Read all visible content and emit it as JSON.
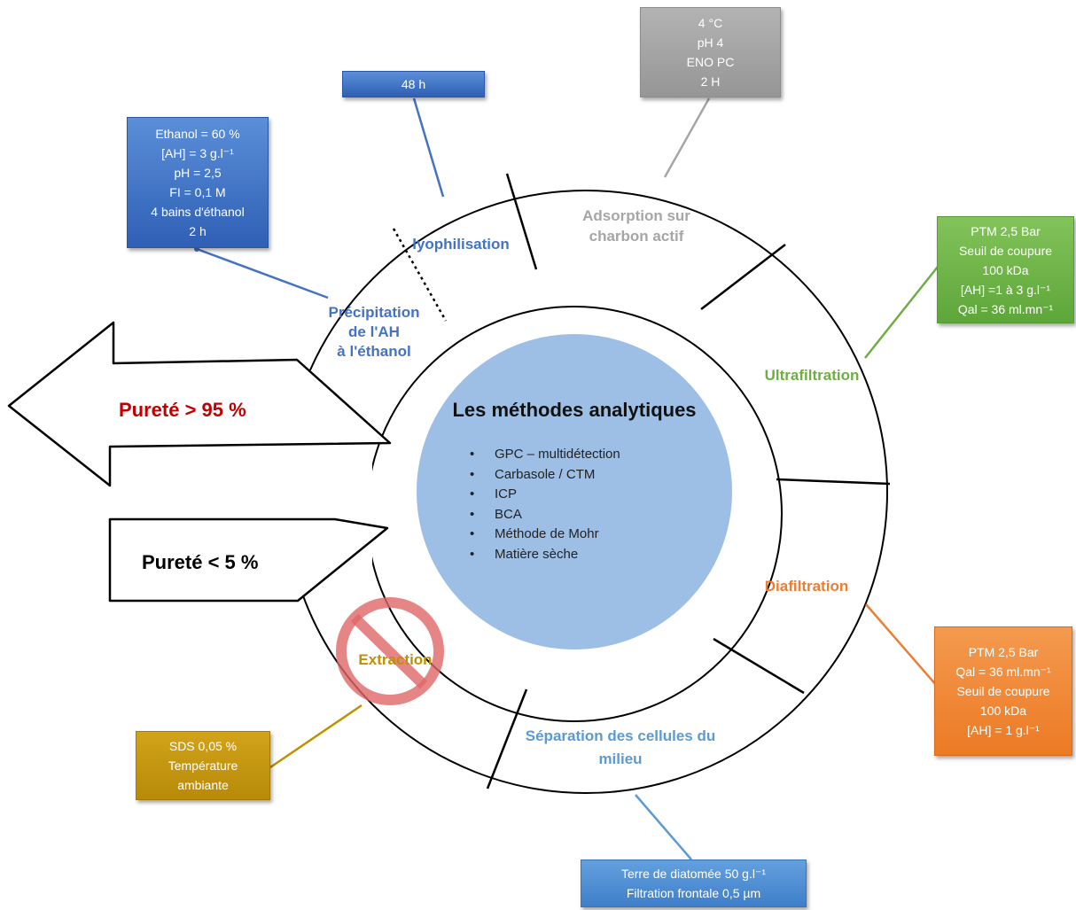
{
  "center": {
    "title": "Les méthodes analytiques",
    "bullet": "•",
    "methods": [
      "GPC – multidétection",
      "Carbasole  / CTM",
      "ICP",
      "BCA",
      "Méthode de Mohr",
      "Matière sèche"
    ],
    "fill_color": "#9dbfe6"
  },
  "arrows": {
    "high": {
      "label": "Pureté > 95 %",
      "color": "#c00000"
    },
    "low": {
      "label": "Pureté < 5 %",
      "color": "#000000"
    }
  },
  "segments": [
    {
      "id": "precipitation",
      "lines": [
        "Précipitation",
        "de l'AH",
        "à l'éthanol"
      ],
      "color": "#4472c4"
    },
    {
      "id": "lyophilisation",
      "lines": [
        "lyophilisation"
      ],
      "color": "#4472c4"
    },
    {
      "id": "adsorption",
      "lines": [
        "Adsorption sur",
        "charbon actif"
      ],
      "color": "#a6a6a6"
    },
    {
      "id": "ultrafiltration",
      "lines": [
        "Ultrafiltration"
      ],
      "color": "#70ad47"
    },
    {
      "id": "diafiltration",
      "lines": [
        "Diafiltration"
      ],
      "color": "#ed7d31"
    },
    {
      "id": "separation",
      "lines": [
        "Séparation des cellules du",
        "milieu"
      ],
      "color": "#5b9bd5"
    },
    {
      "id": "extraction",
      "lines": [
        "Extraction"
      ],
      "color": "#bf9000"
    }
  ],
  "boxes": {
    "ethanol": {
      "lines": [
        "Ethanol = 60 %",
        "[AH] = 3 g.l⁻¹",
        "pH = 2,5",
        "FI = 0,1 M",
        "4 bains d'éthanol",
        "2 h"
      ],
      "color": "#3e6fc3"
    },
    "lyophilisation": {
      "lines": [
        "48 h"
      ],
      "color": "#4472c4"
    },
    "adsorption": {
      "lines": [
        "4 °C",
        "pH 4",
        "ENO PC",
        "2 H"
      ],
      "color": "#a6a6a6"
    },
    "ultrafiltration": {
      "lines": [
        "PTM 2,5 Bar",
        "Seuil de coupure",
        "100 kDa",
        "[AH] =1 à 3 g.l⁻¹",
        "Qal = 36 ml.mn⁻¹"
      ],
      "color": "#70ad47"
    },
    "diafiltration": {
      "lines": [
        "PTM 2,5 Bar",
        "Qal = 36 ml.mn⁻¹",
        "Seuil de coupure",
        "100 kDa",
        "[AH] = 1 g.l⁻¹"
      ],
      "color": "#ed7d31"
    },
    "separation": {
      "lines": [
        "Terre de diatomée 50 g.l⁻¹",
        "Filtration frontale 0,5 µm"
      ],
      "color": "#5b9bd5"
    },
    "extraction": {
      "lines": [
        "SDS 0,05 %",
        "Température",
        "ambiante"
      ],
      "color": "#bf9000"
    }
  },
  "prohibited_icon_color": "#e06666"
}
